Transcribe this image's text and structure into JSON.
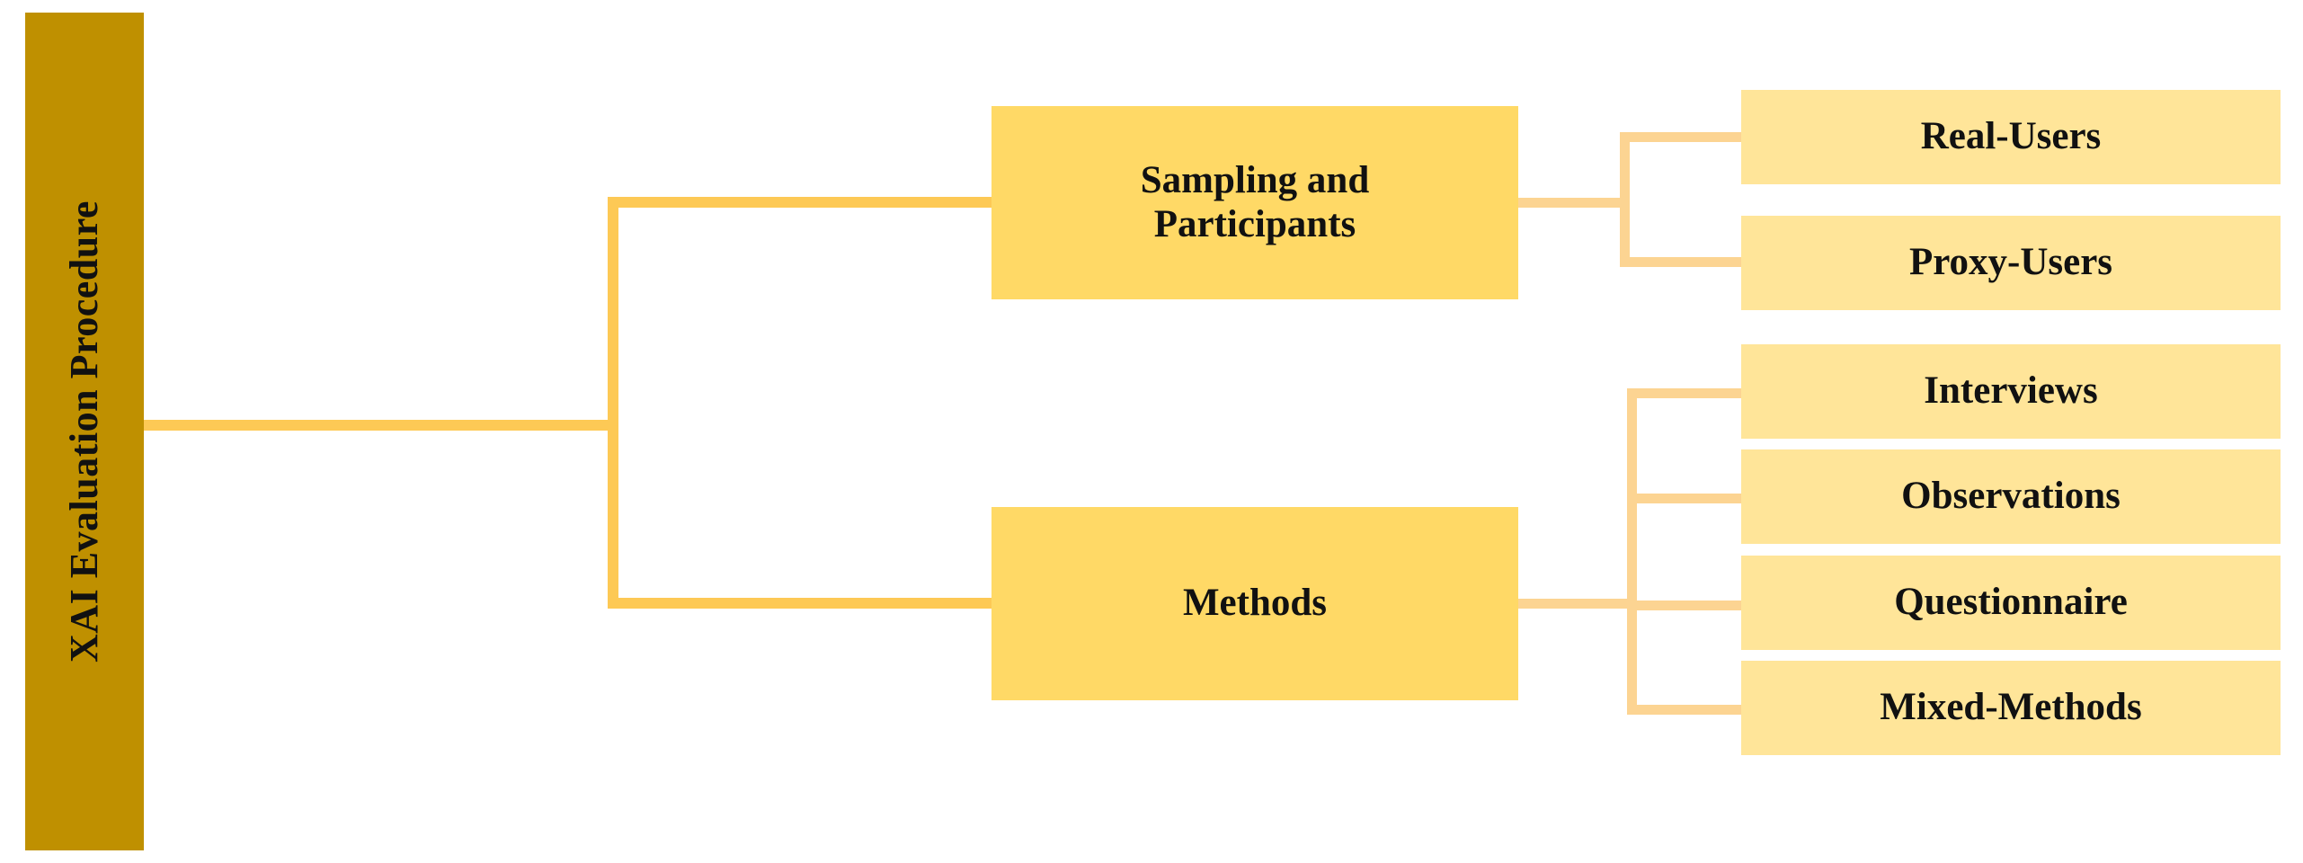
{
  "diagram": {
    "title": "XAI Evaluation Procedure",
    "type": "hierarchy-tree",
    "orientation": "left-to-right",
    "colors": {
      "root_fill": "#BF9000",
      "branch_fill": "#FFD966",
      "leaf_fill": "#FFE599",
      "trunk_connector": "#FDC955",
      "branch_connector": "#FCD492",
      "text": "#111111",
      "background": "#FFFFFF"
    },
    "root": {
      "label": "XAI Evaluation Procedure"
    },
    "branches": [
      {
        "id": "sampling",
        "label": "Sampling and Participants",
        "label_line_1": "Sampling and",
        "label_line_2": "Participants",
        "children": [
          {
            "id": "real-users",
            "label": "Real-Users"
          },
          {
            "id": "proxy-users",
            "label": "Proxy-Users"
          }
        ]
      },
      {
        "id": "methods",
        "label": "Methods",
        "label_line_1": "Methods",
        "label_line_2": "",
        "children": [
          {
            "id": "interviews",
            "label": "Interviews"
          },
          {
            "id": "observations",
            "label": "Observations"
          },
          {
            "id": "questionnaire",
            "label": "Questionnaire"
          },
          {
            "id": "mixed-methods",
            "label": "Mixed-Methods"
          }
        ]
      }
    ]
  }
}
